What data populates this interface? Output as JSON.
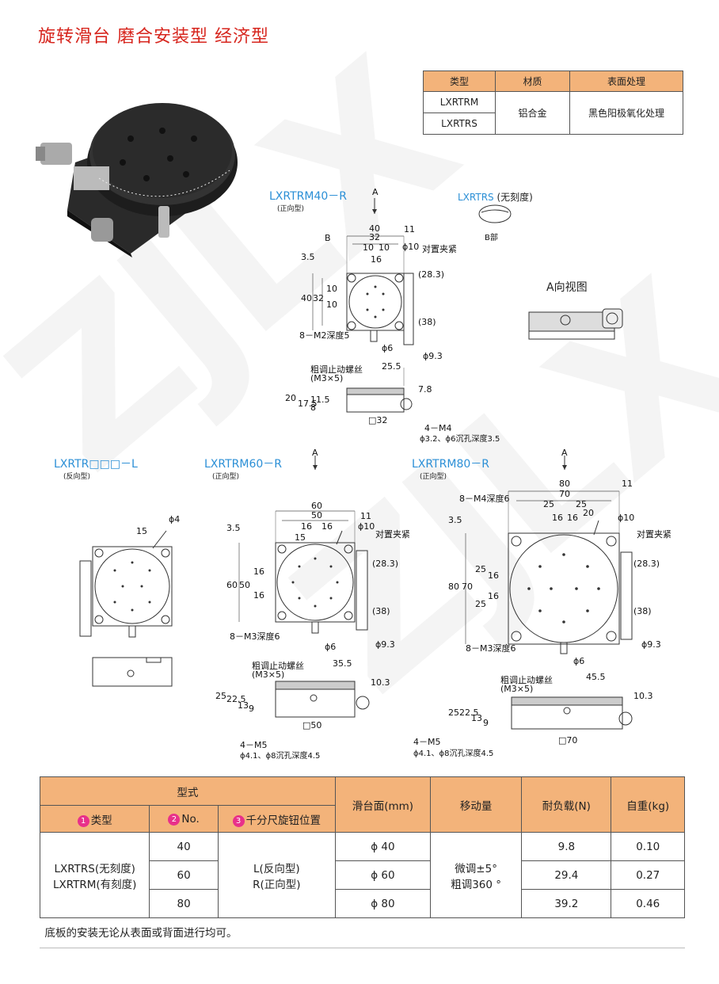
{
  "title": "旋转滑台 磨合安装型 经济型",
  "material_table": {
    "headers": [
      "类型",
      "材质",
      "表面处理"
    ],
    "types": [
      "LXRTRM",
      "LXRTRS"
    ],
    "material": "铝合金",
    "surface": "黑色阳极氧化处理"
  },
  "diagram_40": {
    "name": "LXRTRM40－R",
    "sub": "(正向型)",
    "arrow": "A",
    "rs_label": "LXRTRS",
    "rs_note": "(无刻度)",
    "b_part": "B部",
    "b": "B",
    "dims": [
      "40",
      "32",
      "11",
      "10",
      "10",
      "ϕ10",
      "16",
      "3.5",
      "40",
      "32",
      "10",
      "10",
      "(28.3)",
      "(38)",
      "ϕ6",
      "25.5",
      "ϕ9.3",
      "8",
      "11.5",
      "17.5",
      "20",
      "7.8",
      "□32"
    ],
    "clamp": "对置夹紧",
    "m2": "8－M2深度5",
    "screw": "粗调止动螺丝",
    "screw_size": "(M3×5)",
    "holes": "4－M4",
    "holes_detail": "ϕ3.2、ϕ6沉孔深度3.5"
  },
  "view_a": "A向视图",
  "diagram_l": {
    "name": "LXRTR□□□－L",
    "sub": "(反向型)",
    "dims": [
      "15",
      "ϕ4"
    ]
  },
  "diagram_60": {
    "name": "LXRTRM60－R",
    "sub": "(正向型)",
    "arrow": "A",
    "dims": [
      "60",
      "50",
      "11",
      "16",
      "16",
      "ϕ10",
      "15",
      "3.5",
      "60",
      "50",
      "16",
      "16",
      "(28.3)",
      "(38)",
      "ϕ6",
      "35.5",
      "ϕ9.3",
      "25",
      "22.5",
      "13",
      "9",
      "10.3",
      "□50"
    ],
    "clamp": "对置夹紧",
    "m3": "8－M3深度6",
    "screw": "粗调止动螺丝",
    "screw_size": "(M3×5)",
    "holes": "4－M5",
    "holes_detail": "ϕ4.1、ϕ8沉孔深度4.5"
  },
  "diagram_80": {
    "name": "LXRTRM80－R",
    "sub": "(正向型)",
    "arrow": "A",
    "dims": [
      "80",
      "70",
      "11",
      "25",
      "25",
      "16",
      "16",
      "20",
      "ϕ10",
      "3.5",
      "80",
      "70",
      "25",
      "16",
      "16",
      "25",
      "(28.3)",
      "(38)",
      "ϕ6",
      "45.5",
      "ϕ9.3",
      "25",
      "22.5",
      "13",
      "9",
      "10.3",
      "□70"
    ],
    "clamp": "对置夹紧",
    "m4": "8－M4深度6",
    "m3": "8－M3深度6",
    "screw": "粗调止动螺丝",
    "screw_size": "(M3×5)",
    "holes": "4－M5",
    "holes_detail": "ϕ4.1、ϕ8沉孔深度4.5"
  },
  "spec_table": {
    "h_model": "型式",
    "h_type": "类型",
    "h_no": "No.",
    "h_pos": "千分尺旋钮位置",
    "h_surface": "滑台面(mm)",
    "h_travel": "移动量",
    "h_load": "耐负载(N)",
    "h_weight": "自重(kg)",
    "badges": [
      "1",
      "2",
      "3"
    ],
    "type_lines": [
      "LXRTRS(无刻度)",
      "LXRTRM(有刻度)"
    ],
    "pos_lines": [
      "L(反向型)",
      "R(正向型)"
    ],
    "travel_lines": [
      "微调±5°",
      "粗调360 °"
    ],
    "rows": [
      {
        "no": "40",
        "surface": "ϕ 40",
        "load": "9.8",
        "weight": "0.10"
      },
      {
        "no": "60",
        "surface": "ϕ 60",
        "load": "29.4",
        "weight": "0.27"
      },
      {
        "no": "80",
        "surface": "ϕ 80",
        "load": "39.2",
        "weight": "0.46"
      }
    ],
    "note": "底板的安装无论从表面或背面进行均可。"
  }
}
